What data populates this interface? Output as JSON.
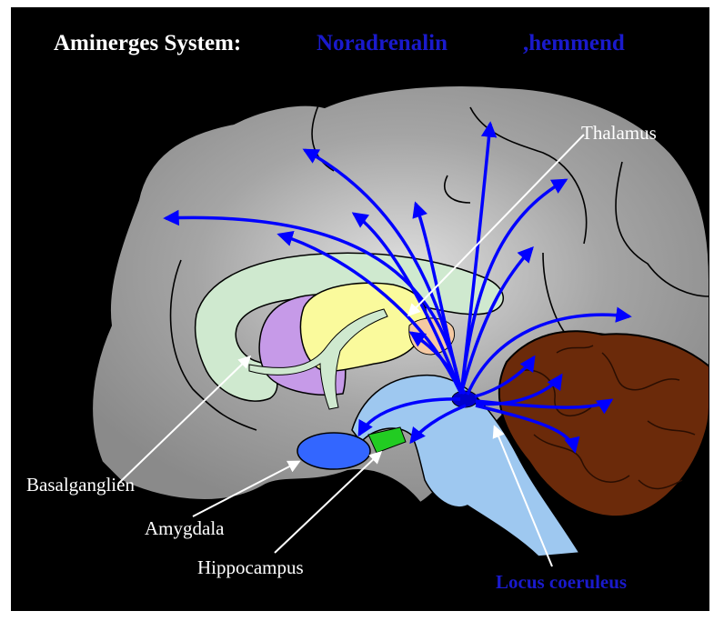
{
  "title": {
    "system": "Aminerges System:",
    "neurotransmitter": "Noradrenalin",
    "effect": ",hemmend"
  },
  "labels": {
    "thalamus": "Thalamus",
    "basal_ganglia": "Basalganglien",
    "amygdala": "Amygdala",
    "hippocampus": "Hippocampus",
    "locus_coeruleus": "Locus coeruleus"
  },
  "colors": {
    "background": "#000000",
    "cortex": "#9a9a9a",
    "cingulate": "#cfe9cf",
    "basal_ganglia": "#c69ae8",
    "thalamus": "#fafa9c",
    "brainstem": "#9ec8f0",
    "amygdala": "#3366ff",
    "hippocampus": "#22cc22",
    "cerebellum": "#6b2a0a",
    "projection_arrows": "#0000ff",
    "title_highlight": "#1a1acc",
    "pointer_arrows": "#ffffff"
  }
}
